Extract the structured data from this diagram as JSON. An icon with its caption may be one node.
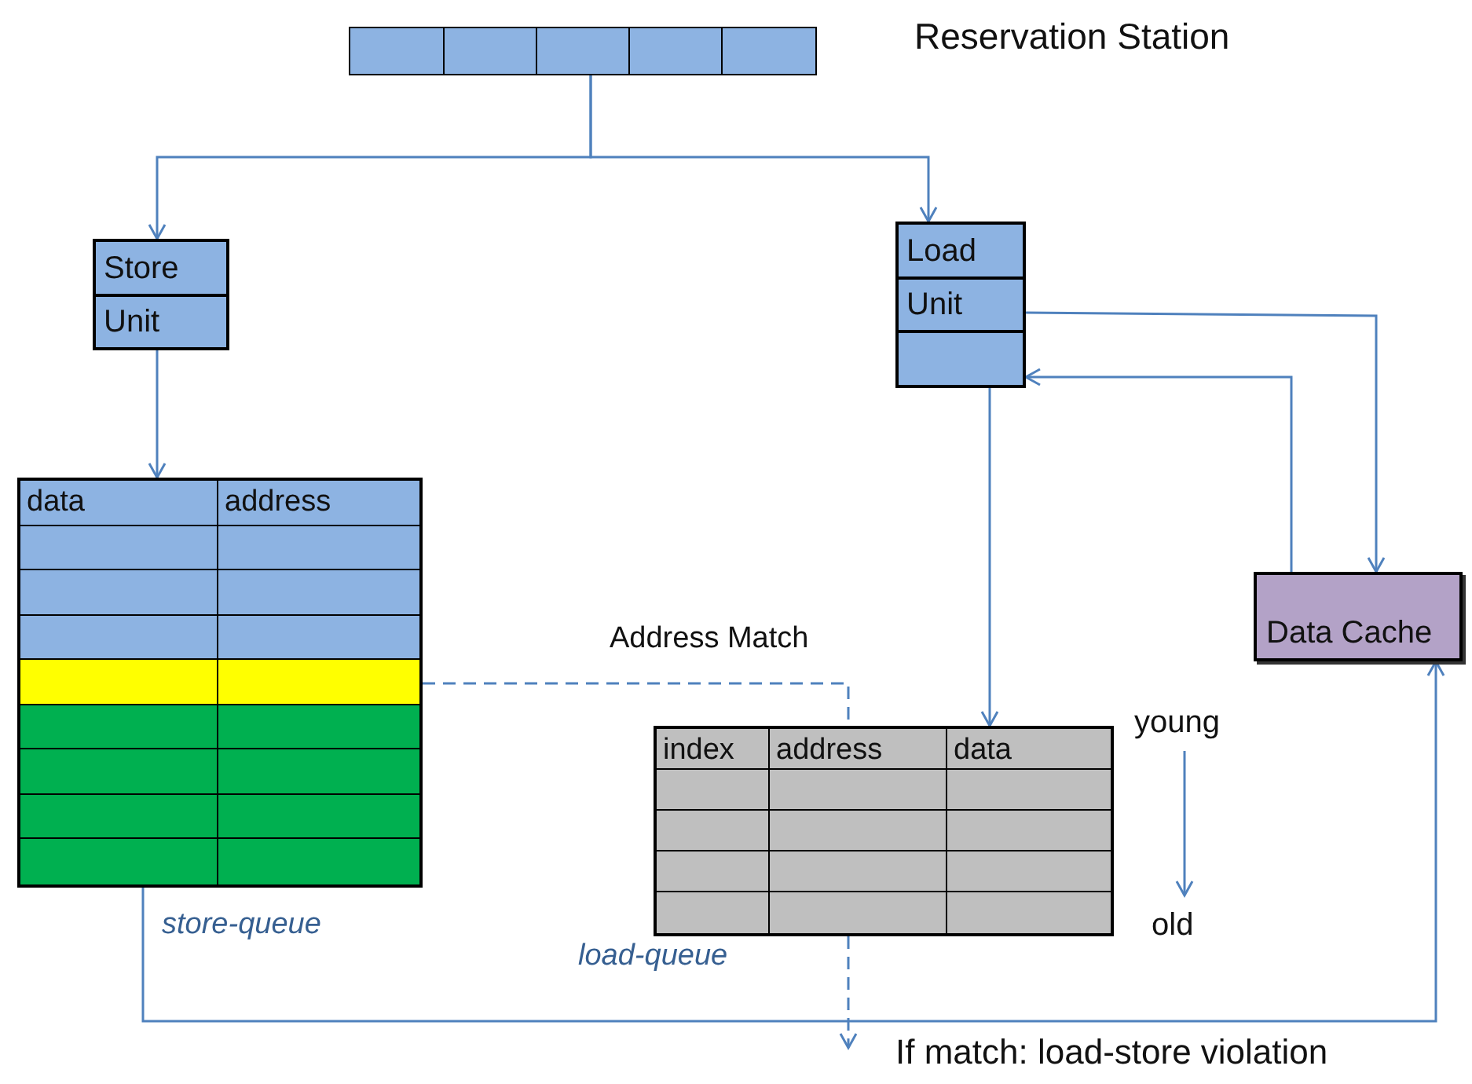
{
  "diagram": {
    "nodes": [
      {
        "text": [],
        "shape": "box",
        "beside": [
          "Reservation Station"
        ]
      },
      {
        "text": [
          "Store",
          "Unit"
        ]
      },
      {
        "text": [
          "Load",
          "Unit"
        ]
      },
      {
        "text": [
          "data",
          "address"
        ],
        "beside": [
          "store-queue"
        ]
      },
      {
        "text": [
          "Data Cache"
        ]
      },
      {
        "text": [
          "index",
          "address",
          "data"
        ],
        "beside": [
          "load-queue"
        ]
      },
      {
        "text": [
          "If match: load-store violation"
        ]
      }
    ],
    "edges": [
      {
        "from": 0,
        "to": 1,
        "arrow": "to"
      },
      {
        "from": 0,
        "to": 2,
        "arrow": "to"
      },
      {
        "from": 1,
        "to": 3,
        "arrow": "to"
      },
      {
        "from": 2,
        "to": 4,
        "arrow": "to"
      },
      {
        "from": 4,
        "to": 2,
        "arrow": "to"
      },
      {
        "from": 2,
        "to": 5,
        "arrow": "to"
      },
      {
        "from": 3,
        "to": 4,
        "arrow": "to"
      },
      {
        "from": 3,
        "to": 5,
        "arrow": "none",
        "label": "Address Match",
        "style": "dashed"
      },
      {
        "from": 5,
        "to": 6,
        "arrow": "to",
        "style": "dashed"
      }
    ],
    "labels": [
      "young",
      "old"
    ]
  }
}
